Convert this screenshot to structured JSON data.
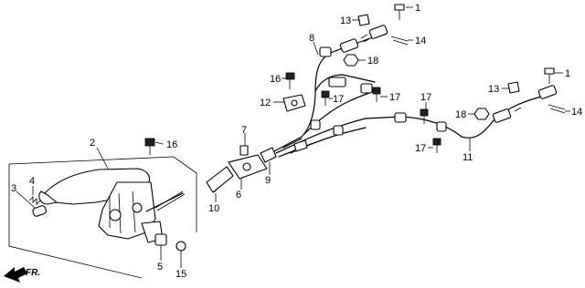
{
  "callouts": {
    "c1a": "1",
    "c1b": "1",
    "c2": "2",
    "c3": "3",
    "c4": "4",
    "c5": "5",
    "c6": "6",
    "c7": "7",
    "c8": "8",
    "c9": "9",
    "c10": "10",
    "c11": "11",
    "c12": "12",
    "c13a": "13",
    "c13b": "13",
    "c14a": "14",
    "c14b": "14",
    "c15": "15",
    "c16a": "16",
    "c16b": "16",
    "c17a": "17",
    "c17b": "17",
    "c17c": "17",
    "c17d": "17",
    "c18a": "18",
    "c18b": "18"
  },
  "direction": {
    "label": "FR."
  }
}
